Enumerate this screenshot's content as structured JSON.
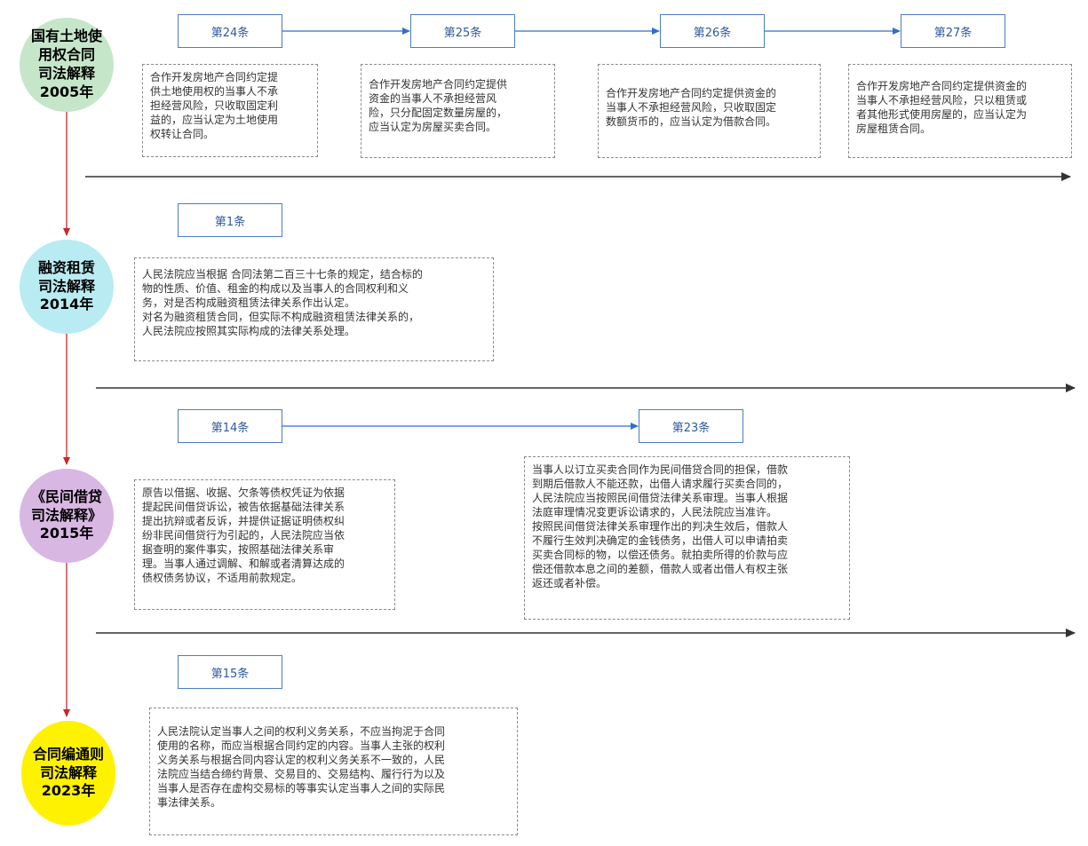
{
  "rows": [
    {
      "label": "国有土地使\n用权合同\n司法解释\n2005年",
      "articles": [
        "第24条",
        "第25条",
        "第26条",
        "第27条"
      ],
      "notes": [
        "合作开发房地产合同约定提\n供土地使用权的当事人不承\n担经营风险，只收取固定利\n益的，应当认定为土地使用\n权转让合同。",
        "合作开发房地产合同约定提供\n资金的当事人不承担经营风\n险，只分配固定数量房屋的，\n应当认定为房屋买卖合同。",
        "合作开发房地产合同约定提供资金的\n当事人不承担经营风险，只收取固定\n数额货币的，应当认定为借款合同。",
        "合作开发房地产合同约定提供资金的\n当事人不承担经营风险，只以租赁或\n者其他形式使用房屋的，应当认定为\n房屋租赁合同。"
      ]
    },
    {
      "label": "融资租赁\n司法解释\n2014年",
      "articles": [
        "第1条"
      ],
      "notes": [
        "人民法院应当根据 合同法第二百三十七条的规定，结合标的\n物的性质、价值、租金的构成以及当事人的合同权利和义\n务，对是否构成融资租赁法律关系作出认定。\n对名为融资租赁合同，但实际不构成融资租赁法律关系的，\n人民法院应按照其实际构成的法律关系处理。"
      ]
    },
    {
      "label": "《民间借贷\n司法解释》\n2015年",
      "articles": [
        "第14条",
        "第23条"
      ],
      "notes": [
        "原告以借据、收据、欠条等债权凭证为依据\n提起民间借贷诉讼，被告依据基础法律关系\n提出抗辩或者反诉，并提供证据证明债权纠\n纷非民间借贷行为引起的，人民法院应当依\n据查明的案件事实，按照基础法律关系审\n理。当事人通过调解、和解或者清算达成的\n债权债务协议，不适用前款规定。",
        "当事人以订立买卖合同作为民间借贷合同的担保，借款\n到期后借款人不能还款，出借人请求履行买卖合同的，\n人民法院应当按照民间借贷法律关系审理。当事人根据\n法庭审理情况变更诉讼请求的，人民法院应当准许。\n按照民间借贷法律关系审理作出的判决生效后，借款人\n不履行生效判决确定的金钱债务，出借人可以申请拍卖\n买卖合同标的物，以偿还债务。就拍卖所得的价款与应\n偿还借款本息之间的差额，借款人或者出借人有权主张\n返还或者补偿。"
      ]
    },
    {
      "label": "合同编通则\n司法解释\n2023年",
      "articles": [
        "第15条"
      ],
      "notes": [
        "人民法院认定当事人之间的权利义务关系，不应当拘泥于合同\n使用的名称，而应当根据合同约定的内容。当事人主张的权利\n义务关系与根据合同内容认定的权利义务关系不一致的，人民\n法院应当结合缔约背景、交易目的、交易结构、履行行为以及\n当事人是否存在虚构交易标的等事实认定当事人之间的实际民\n事法律关系。"
      ]
    }
  ],
  "colors": {
    "row1_circle": "#c6e6ca",
    "row2_circle": "#b9ebf2",
    "row3_circle": "#d9b7e3",
    "row4_circle": "#fff200",
    "article_text": "#2f5a9e",
    "article_border": "#4a7ebf",
    "timeline_arrow": "#333333",
    "vertical_arrow": "#c62828"
  }
}
